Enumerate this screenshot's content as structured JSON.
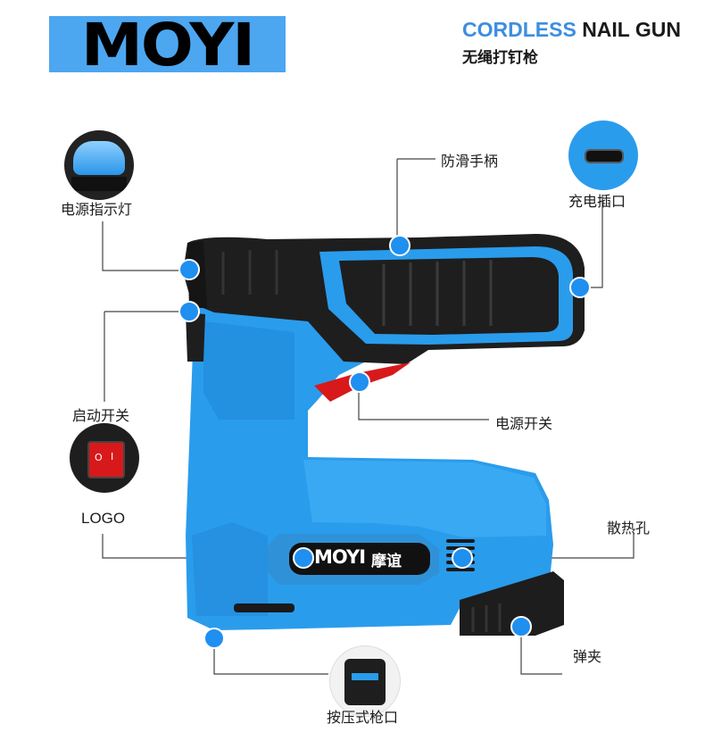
{
  "brand": {
    "logo_text": "MOYI"
  },
  "headline": {
    "accent": "CORDLESS",
    "rest": "NAIL GUN",
    "subtitle": "无绳打钉枪"
  },
  "callouts": {
    "power_indicator": "电源指示灯",
    "grip": "防滑手柄",
    "charging_port": "充电插口",
    "start_switch": "启动开关",
    "power_switch": "电源开关",
    "logo": "LOGO",
    "vents": "散热孔",
    "clip": "弹夹",
    "press_muzzle": "按压式枪口"
  },
  "product_badge": {
    "logo_text": "MOYI",
    "cn_name": "摩谊"
  },
  "switch_marks": {
    "on": "I",
    "off": "O"
  },
  "colors": {
    "tool_blue": "#2a9cec",
    "grip_black": "#1e1e1e",
    "trigger_red": "#d8191b",
    "marker_blue": "#1f8ff0"
  }
}
